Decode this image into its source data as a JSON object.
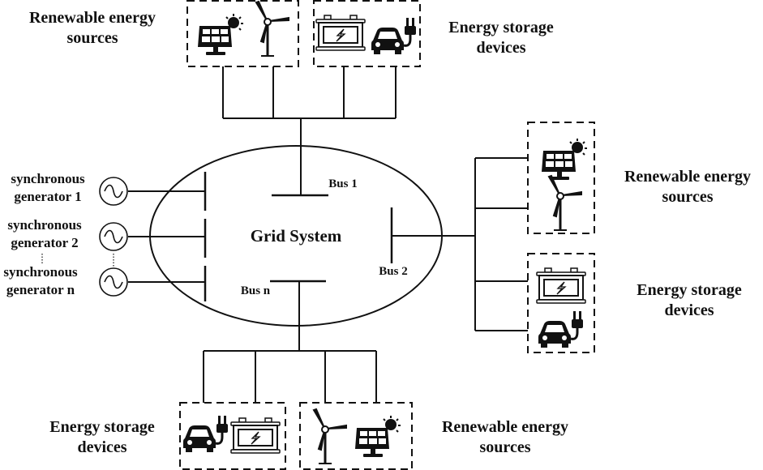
{
  "center": {
    "title": "Grid System"
  },
  "buses": {
    "bus1": "Bus 1",
    "bus2": "Bus 2",
    "busn": "Bus n"
  },
  "generators": [
    {
      "line1": "synchronous",
      "line2": "generator 1",
      "icon": "ac-source-icon"
    },
    {
      "line1": "synchronous",
      "line2": "generator 2",
      "icon": "ac-source-icon"
    },
    {
      "line1": "synchronous",
      "line2": "generator n",
      "icon": "ac-source-icon"
    }
  ],
  "groups": {
    "top_renewable": {
      "line1": "Renewable energy",
      "line2": "sources",
      "icons": [
        "solar-panel-icon",
        "wind-turbine-icon"
      ]
    },
    "top_storage": {
      "line1": "Energy storage",
      "line2": "devices",
      "icons": [
        "battery-icon",
        "electric-car-icon"
      ]
    },
    "right_renewable": {
      "line1": "Renewable energy",
      "line2": "sources",
      "icons": [
        "solar-panel-icon",
        "wind-turbine-icon"
      ]
    },
    "right_storage": {
      "line1": "Energy storage",
      "line2": "devices",
      "icons": [
        "battery-icon",
        "electric-car-icon"
      ]
    },
    "bottom_storage": {
      "line1": "Energy storage",
      "line2": "devices",
      "icons": [
        "electric-car-icon",
        "battery-icon"
      ]
    },
    "bottom_renewable": {
      "line1": "Renewable energy",
      "line2": "sources",
      "icons": [
        "wind-turbine-icon",
        "solar-panel-icon"
      ]
    }
  },
  "ellipsis": "⋮"
}
